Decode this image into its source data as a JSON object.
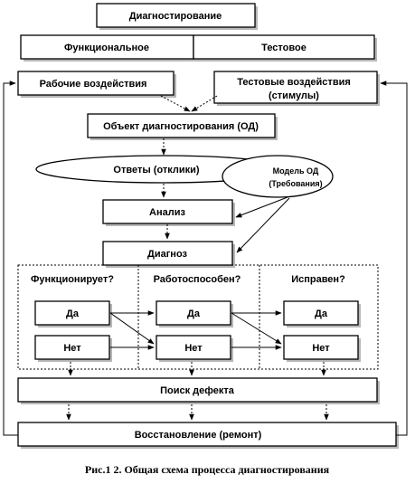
{
  "nodes": {
    "top": "Диагностирование",
    "functional": "Функциональное",
    "test": "Тестовое",
    "work_effects": "Рабочие воздействия",
    "test_effects_1": "Тестовые воздействия",
    "test_effects_2": "(стимулы)",
    "object": "Объект диагностирования (ОД)",
    "responses": "Ответы (отклики)",
    "model_1": "Модель ОД",
    "model_2": "(Требования)",
    "analysis": "Анализ",
    "diagnosis": "Диагноз",
    "functions": "Функционирует?",
    "operable": "Работоспособен?",
    "serviceable": "Исправен?",
    "yes": "Да",
    "no": "Нет",
    "defect_search": "Поиск дефекта",
    "restoration": "Восстановление (ремонт)"
  },
  "caption": "Рис.1 2. Общая схема процесса диагностирования"
}
